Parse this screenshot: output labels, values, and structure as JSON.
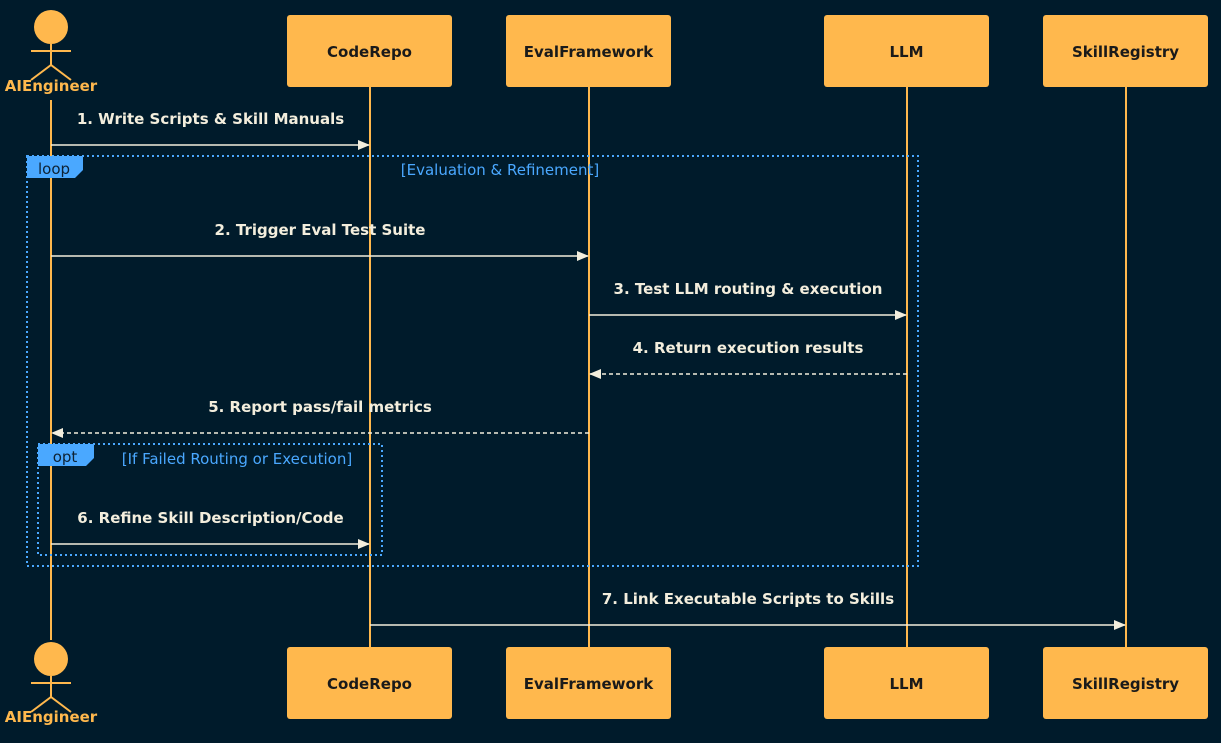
{
  "colors": {
    "background": "#001b2b",
    "participant": "#ffb84d",
    "lifeline": "#ffb84d",
    "message": "#f3eedd",
    "fragment": "#4aa8ff"
  },
  "actor": {
    "name": "AIEngineer",
    "icon": "stick-figure-actor-icon"
  },
  "participants": [
    {
      "id": "coderepo",
      "name": "CodeRepo"
    },
    {
      "id": "evalframework",
      "name": "EvalFramework"
    },
    {
      "id": "llm",
      "name": "LLM"
    },
    {
      "id": "skillregistry",
      "name": "SkillRegistry"
    }
  ],
  "messages": [
    {
      "label": "1. Write Scripts & Skill Manuals",
      "from": "aiengineer",
      "to": "coderepo",
      "style": "solid"
    },
    {
      "label": "2. Trigger Eval Test Suite",
      "from": "aiengineer",
      "to": "evalframework",
      "style": "solid"
    },
    {
      "label": "3. Test LLM routing & execution",
      "from": "evalframework",
      "to": "llm",
      "style": "solid"
    },
    {
      "label": "4. Return execution results",
      "from": "llm",
      "to": "evalframework",
      "style": "dashed"
    },
    {
      "label": "5. Report pass/fail metrics",
      "from": "evalframework",
      "to": "aiengineer",
      "style": "dashed"
    },
    {
      "label": "6. Refine Skill Description/Code",
      "from": "aiengineer",
      "to": "coderepo",
      "style": "solid"
    },
    {
      "label": "7. Link Executable Scripts to Skills",
      "from": "coderepo",
      "to": "skillregistry",
      "style": "solid"
    }
  ],
  "fragments": [
    {
      "type": "loop",
      "condition": "[Evaluation & Refinement]"
    },
    {
      "type": "opt",
      "condition": "[If Failed Routing or Execution]"
    }
  ]
}
